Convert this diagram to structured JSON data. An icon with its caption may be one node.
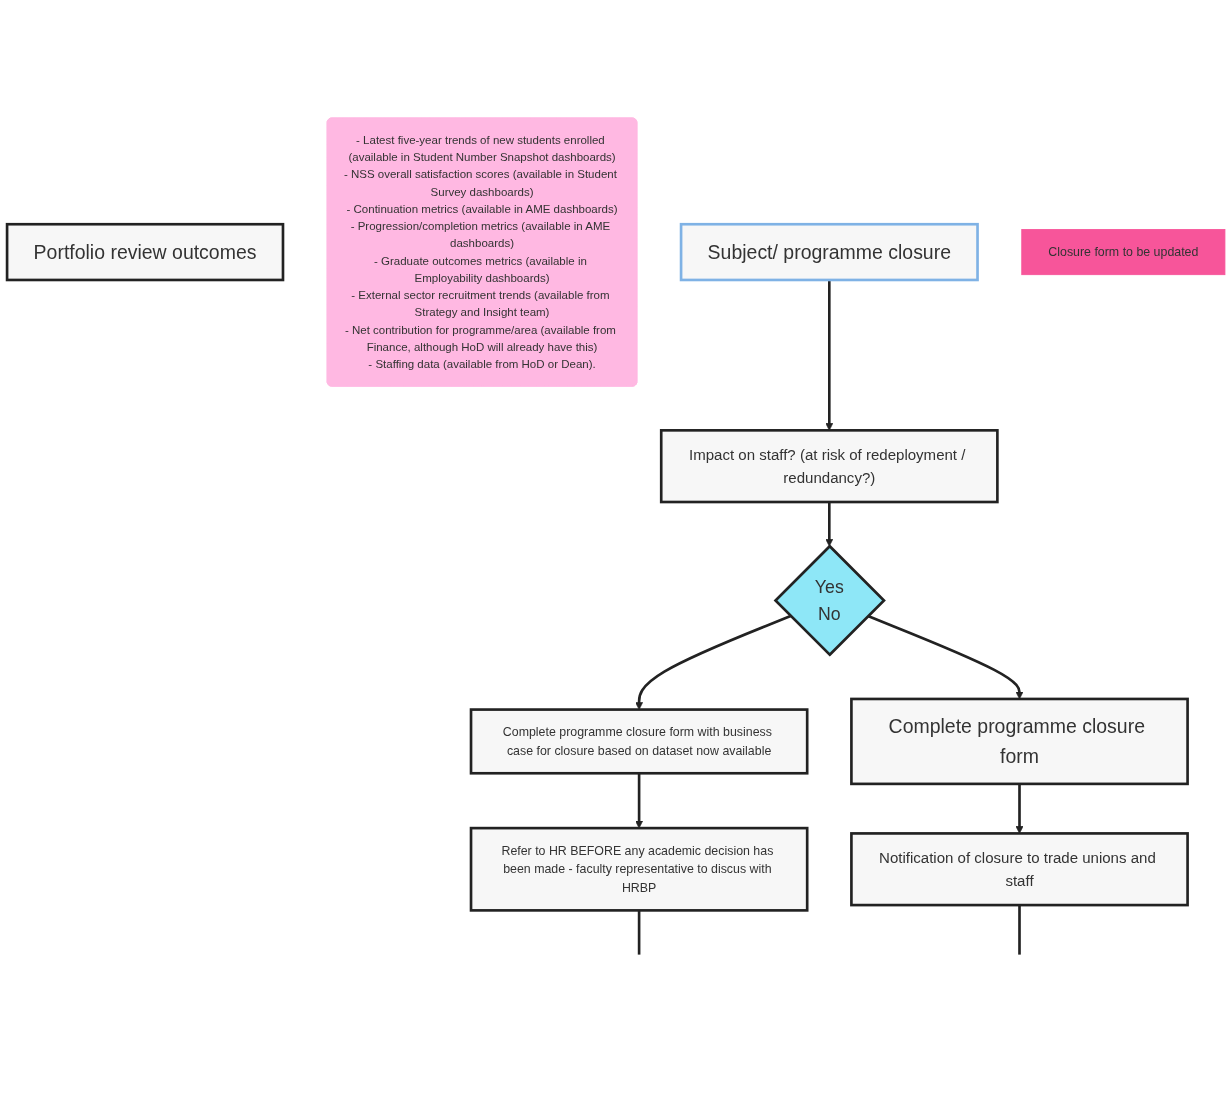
{
  "diagram": {
    "nodes": [
      {
        "text": [
          "Portfolio review outcomes"
        ]
      },
      {
        "text": [
          "- Latest five-year trends of new students enrolled (available in Student Number Snapshot dashboards)",
          "- NSS overall satisfaction scores (available in Student Survey dashboards)",
          "- Continuation metrics (available in AME dashboards)",
          "- Progression/completion metrics (available in AME dashboards)",
          "- Graduate outcomes metrics (available in Employability dashboards)",
          "- External sector recruitment trends (available from Strategy and Insight team)",
          "- Net contribution for programme/area (available from Finance, although HoD will already have this)",
          "- Staffing data (available from HoD or Dean)."
        ]
      },
      {
        "text": [
          "Subject/ programme closure"
        ]
      },
      {
        "text": [
          "Impact on staff? (at risk of redeployment / redundancy?)"
        ]
      },
      {
        "text": [
          "Closure form to be updated"
        ]
      },
      {
        "text": [
          "Complete programme closure form with business case for closure based on dataset now available"
        ]
      },
      {
        "text": [
          "Yes",
          "No"
        ]
      },
      {
        "text": [
          "Complete programme closure form"
        ]
      },
      {
        "text": [
          "Refer to HR BEFORE any academic decision has been made - faculty representative to discus with HRBP"
        ]
      },
      {
        "text": [
          "Notification of closure to trade unions and staff"
        ]
      }
    ],
    "edges": [
      {
        "from": 2,
        "to": 3,
        "arrow": "to"
      },
      {
        "from": 3,
        "to": 6,
        "arrow": "to"
      },
      {
        "from": 6,
        "to": 5,
        "arrow": "to"
      },
      {
        "from": 6,
        "to": 7,
        "arrow": "to"
      },
      {
        "from": 5,
        "to": 8,
        "arrow": "to"
      },
      {
        "from": 7,
        "to": 9,
        "arrow": "to"
      },
      {
        "from": 8,
        "to": null,
        "arrow": "none"
      },
      {
        "from": 9,
        "to": null,
        "arrow": "none"
      }
    ]
  }
}
